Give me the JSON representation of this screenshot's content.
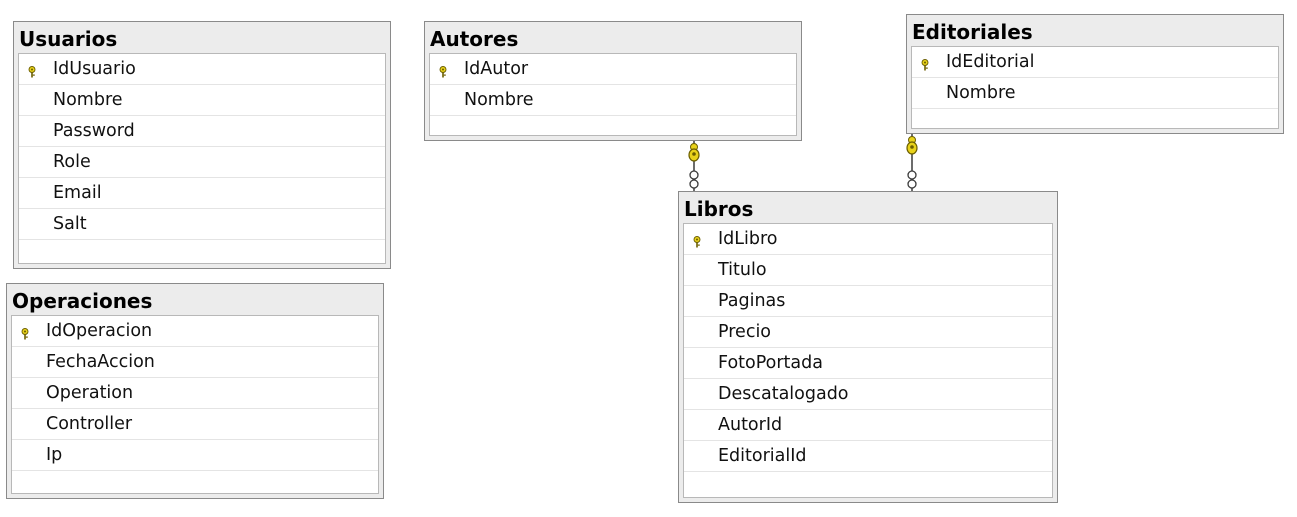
{
  "tables": {
    "usuarios": {
      "title": "Usuarios",
      "columns": [
        "IdUsuario",
        "Nombre",
        "Password",
        "Role",
        "Email",
        "Salt"
      ],
      "primary_key": "IdUsuario"
    },
    "autores": {
      "title": "Autores",
      "columns": [
        "IdAutor",
        "Nombre"
      ],
      "primary_key": "IdAutor"
    },
    "editoriales": {
      "title": "Editoriales",
      "columns": [
        "IdEditorial",
        "Nombre"
      ],
      "primary_key": "IdEditorial"
    },
    "operaciones": {
      "title": "Operaciones",
      "columns": [
        "IdOperacion",
        "FechaAccion",
        "Operation",
        "Controller",
        "Ip"
      ],
      "primary_key": "IdOperacion"
    },
    "libros": {
      "title": "Libros",
      "columns": [
        "IdLibro",
        "Titulo",
        "Paginas",
        "Precio",
        "FotoPortada",
        "Descatalogado",
        "AutorId",
        "EditorialId"
      ],
      "primary_key": "IdLibro"
    }
  },
  "relationships": [
    {
      "from": "autores",
      "to": "libros",
      "type": "one-to-many"
    },
    {
      "from": "editoriales",
      "to": "libros",
      "type": "one-to-many"
    }
  ],
  "colors": {
    "key": "#e8d21a",
    "key_outline": "#6b5e00",
    "line": "#3a3a3a"
  }
}
